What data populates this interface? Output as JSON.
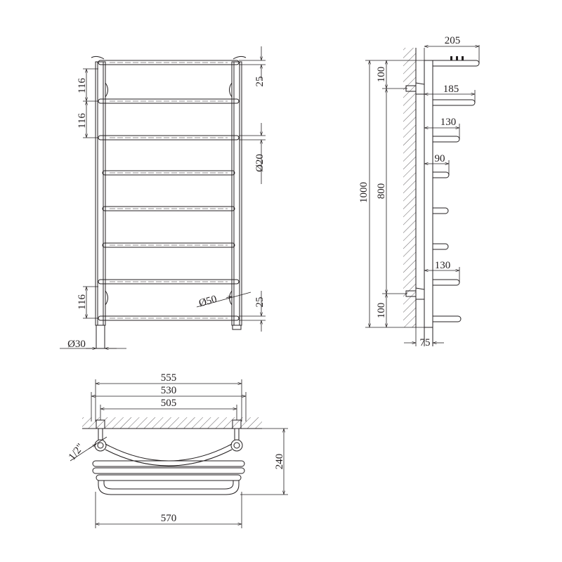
{
  "front_view": {
    "dim_left_top_1": "116",
    "dim_left_top_2": "116",
    "dim_left_bottom": "116",
    "dim_right_top": "25",
    "dim_right_tube": "Ø20",
    "dim_right_bottom": "25",
    "dim_collector": "Ø50",
    "dim_pipe": "Ø30"
  },
  "side_view": {
    "dim_depth_top": "205",
    "dim_depth_2": "185",
    "dim_depth_3": "130",
    "dim_depth_4": "90",
    "dim_depth_5": "130",
    "dim_wall": "75",
    "dim_total_height": "1000",
    "dim_axis": "800",
    "dim_top_offset": "100",
    "dim_bottom_offset": "100"
  },
  "top_view": {
    "dim_555": "555",
    "dim_530": "530",
    "dim_505": "505",
    "dim_570": "570",
    "dim_240": "240",
    "dim_thread": "1/2\""
  }
}
